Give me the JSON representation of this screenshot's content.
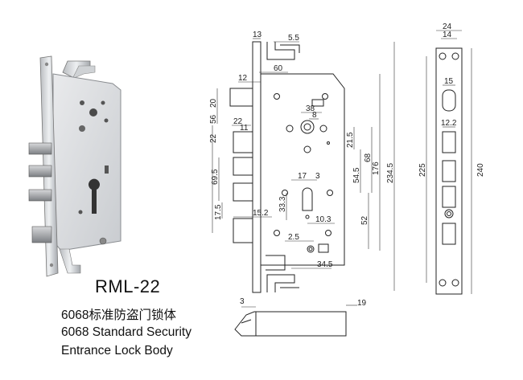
{
  "product": {
    "model": "RML-22",
    "name_zh": "6068标准防盗门锁体",
    "name_en_line1": "6068 Standard Security",
    "name_en_line2": "Entrance Lock Body"
  },
  "dimensions": {
    "top_13": "13",
    "top_5_5": "5.5",
    "d60": "60",
    "d12": "12",
    "d20": "20",
    "d38": "38",
    "d8": "8",
    "d22": "22",
    "d11": "11",
    "d56": "56",
    "d22_side": "22",
    "d21_5": "21.5",
    "d68": "68",
    "d54_5": "54.5",
    "d176": "176",
    "d234_5": "234.5",
    "d69_5": "69.5",
    "d17": "17",
    "d3": "3",
    "d33_3": "33.3",
    "d10_3": "10.3",
    "d52": "52",
    "d17_5": "17.5",
    "d15_2": "15.2",
    "d2_5": "2.5",
    "d34_5": "34.5",
    "w24": "24",
    "w14": "14",
    "d15_plate": "15",
    "d12_2": "12.2",
    "d225": "225",
    "d240": "240",
    "bolt_3": "3",
    "bolt_19": "19"
  }
}
